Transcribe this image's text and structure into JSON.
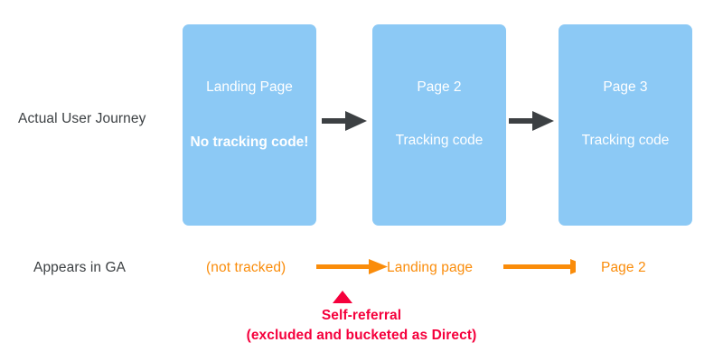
{
  "rows": {
    "journey_label": "Actual User Journey",
    "ga_label": "Appears in GA"
  },
  "journey": {
    "boxes": [
      {
        "title": "Landing Page",
        "subtitle": "No tracking code!",
        "bold_subtitle": true
      },
      {
        "title": "Page 2",
        "subtitle": "Tracking code",
        "bold_subtitle": false
      },
      {
        "title": "Page 3",
        "subtitle": "Tracking code",
        "bold_subtitle": false
      }
    ],
    "arrow_icon": "arrow-right-icon",
    "box_color": "#8cc9f5",
    "text_color": "#ffffff",
    "arrow_color": "#3c4043"
  },
  "ga": {
    "steps": [
      {
        "label": "(not tracked)"
      },
      {
        "label": "Landing page"
      },
      {
        "label": "Page 2"
      }
    ],
    "arrow_icon": "arrow-right-icon",
    "color": "#fa8c0a"
  },
  "callout": {
    "marker_icon": "triangle-up-icon",
    "line1": "Self-referral",
    "line2": "(excluded and bucketed as Direct)",
    "color": "#f5003c"
  }
}
